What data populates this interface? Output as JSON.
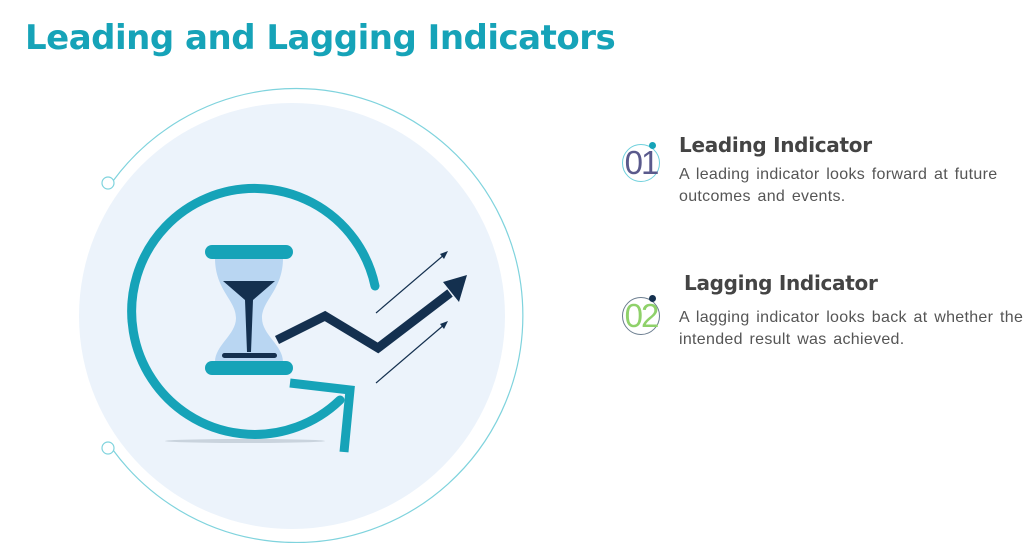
{
  "title": "Leading and Lagging Indicators",
  "items": [
    {
      "number": "01",
      "heading": "Leading Indicator",
      "description": "A leading indicator looks forward at future outcomes and events.",
      "number_color": "#5a5a8c",
      "dot_color": "#16a3b8"
    },
    {
      "number": "02",
      "heading": "Lagging Indicator",
      "description": "A lagging indicator looks back at whether the intended result was achieved.",
      "number_color": "#8fd16a",
      "dot_color": "#14304f"
    }
  ],
  "colors": {
    "accent": "#16a3b8",
    "dark": "#14304f",
    "glass": "#b9d6f2",
    "backdrop": "#ecf3fb"
  }
}
